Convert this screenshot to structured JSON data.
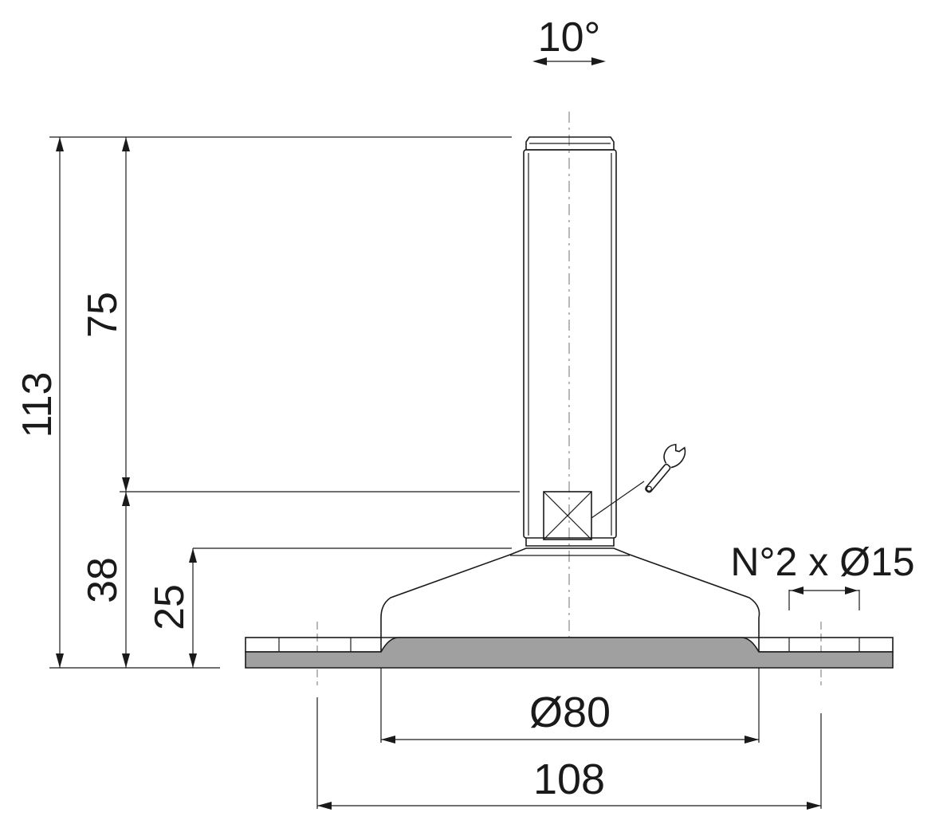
{
  "drawing": {
    "dimensions": {
      "tilt_angle": "10°",
      "total_height": "113",
      "stem_height": "75",
      "base_height": "38",
      "body_height": "25",
      "holes": "N°2 x Ø15",
      "base_diameter": "Ø80",
      "hole_spacing": "108"
    },
    "icons": [
      "wrench-icon",
      "hex-key-flat-icon"
    ],
    "colors": {
      "line": "#1a1a1a",
      "centerline": "#9a9a9a",
      "base_fill": "#a0a0a0"
    }
  }
}
